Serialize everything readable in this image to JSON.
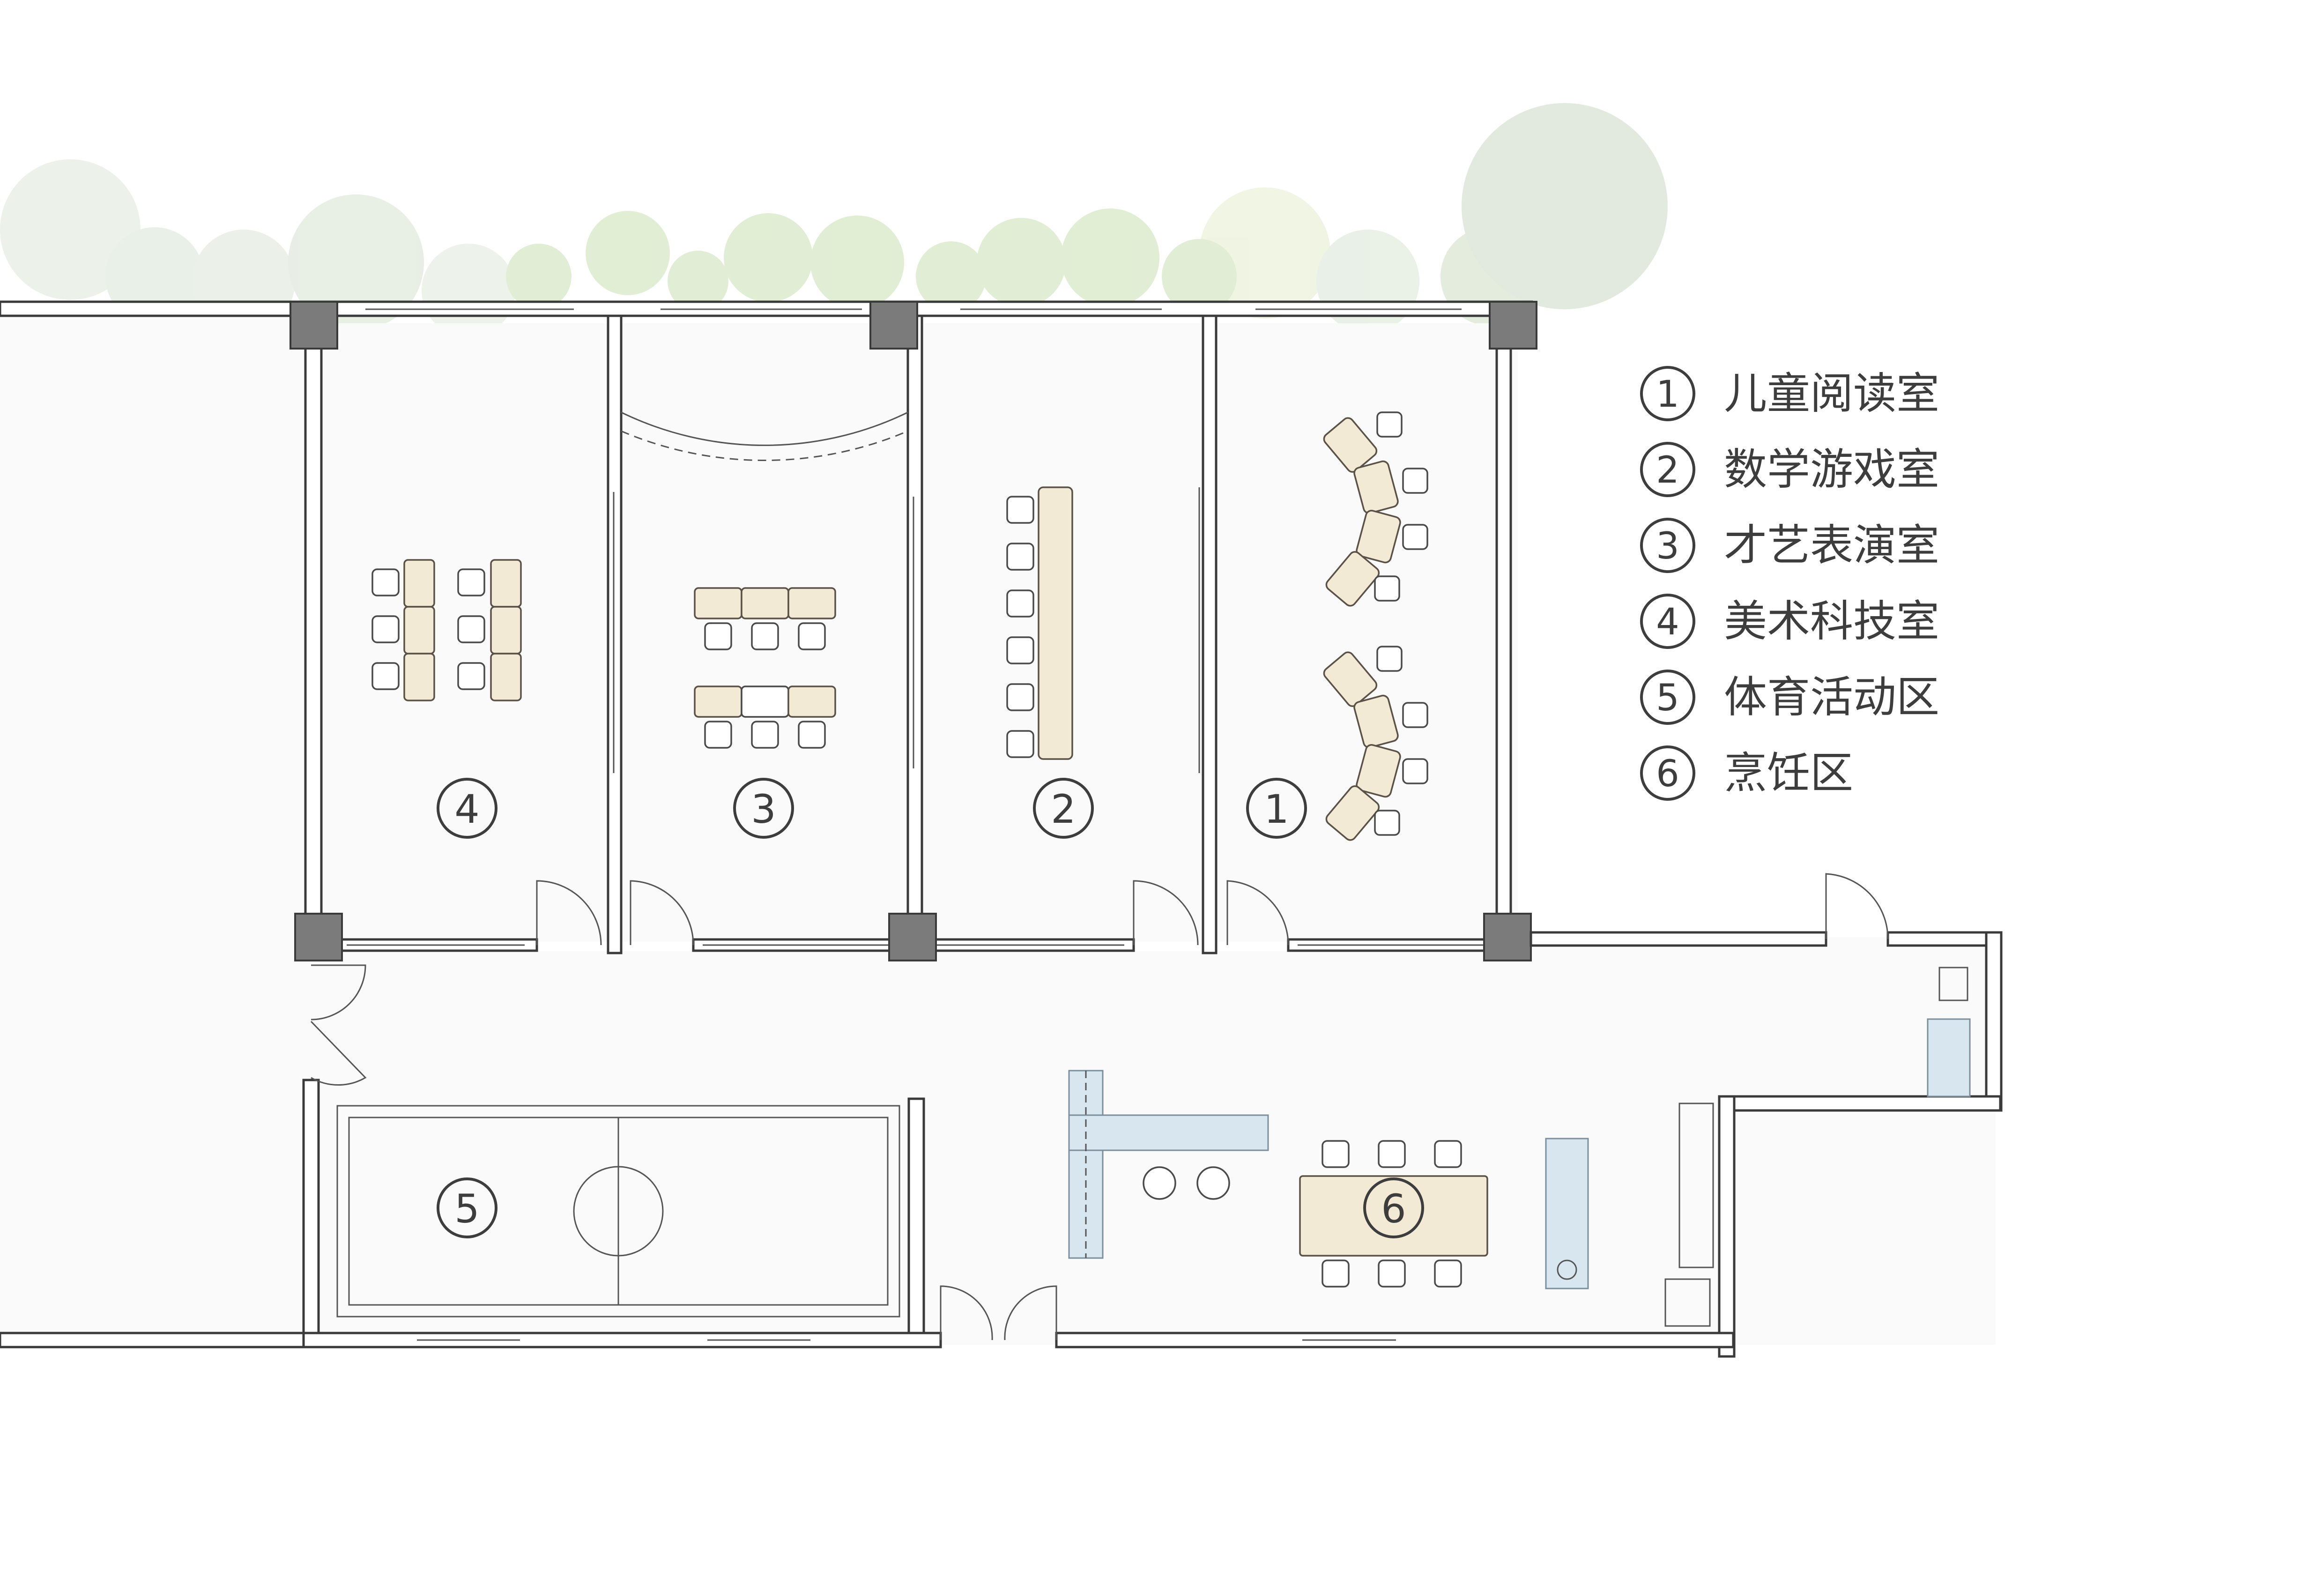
{
  "plan": {
    "rooms": [
      {
        "num": "①",
        "label": "儿童阅读室"
      },
      {
        "num": "②",
        "label": "数学游戏室"
      },
      {
        "num": "③",
        "label": "才艺表演室"
      },
      {
        "num": "④",
        "label": "美术科技室"
      },
      {
        "num": "⑤",
        "label": "体育活动区"
      },
      {
        "num": "⑥",
        "label": "烹饪区"
      }
    ],
    "room_markers": [
      "1",
      "2",
      "3",
      "4",
      "5",
      "6"
    ],
    "legend_numbers": [
      "1",
      "2",
      "3",
      "4",
      "5",
      "6"
    ]
  },
  "colors": {
    "wall": "#3a3a3a",
    "column": "#7b7b7b",
    "furniture": "#f3ead6",
    "counter": "#d8e7ef",
    "text": "#3d3d3d"
  }
}
